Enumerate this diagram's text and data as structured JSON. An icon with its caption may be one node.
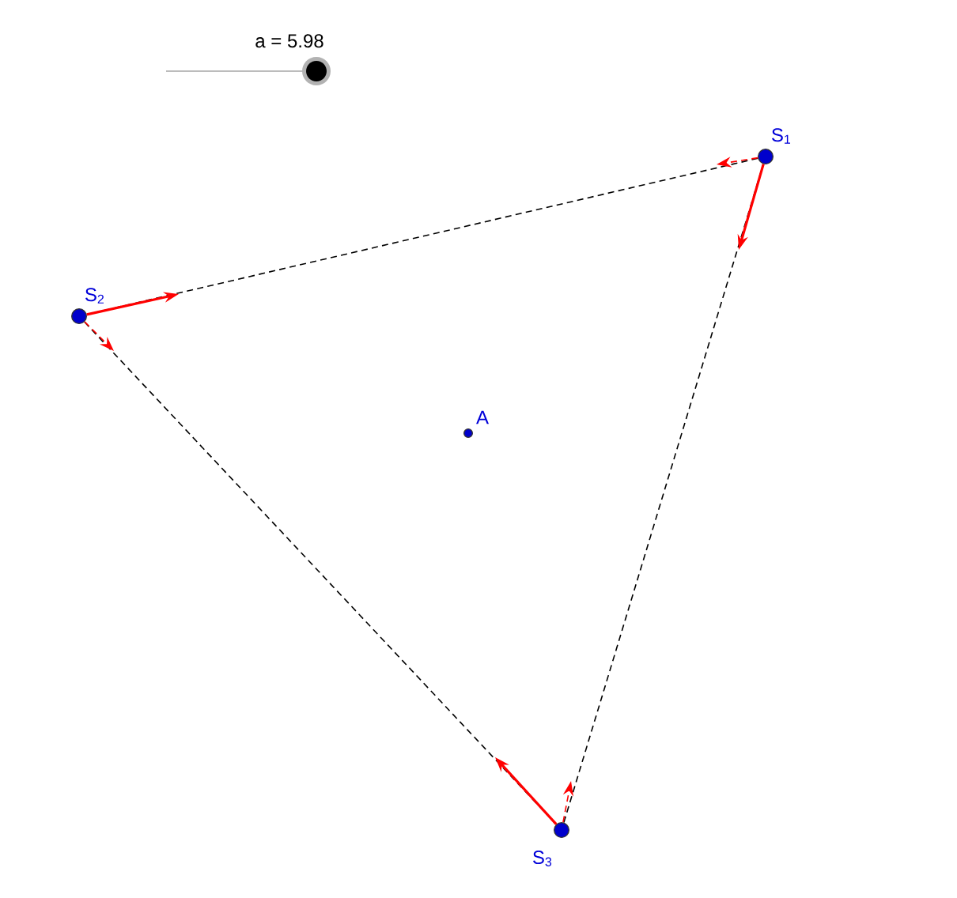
{
  "diagram": {
    "nodes": [
      {
        "text": [],
        "shape": "circle",
        "beside": [
          "S$_{1}$"
        ]
      },
      {
        "text": [],
        "shape": "circle",
        "beside": [
          "S$_{2}$"
        ]
      },
      {
        "text": [],
        "shape": "circle",
        "beside": [
          "S$_{3}$"
        ]
      },
      {
        "text": [],
        "shape": "circle",
        "beside": [
          "A"
        ]
      }
    ],
    "edges": [
      {
        "from": 0,
        "to": 1,
        "arrow": "none",
        "style": "dashed",
        "color": "#000000"
      },
      {
        "from": 1,
        "to": 2,
        "arrow": "none",
        "style": "dashed",
        "color": "#000000"
      },
      {
        "from": 2,
        "to": 0,
        "arrow": "none",
        "style": "dashed",
        "color": "#000000"
      },
      {
        "from": 0,
        "to": null,
        "arrow": "to",
        "color": "#ff0000"
      },
      {
        "from": 1,
        "to": null,
        "arrow": "to",
        "color": "#ff0000"
      },
      {
        "from": 2,
        "to": null,
        "arrow": "to",
        "color": "#ff0000"
      },
      {
        "from": 0,
        "to": null,
        "arrow": "to",
        "style": "dashed",
        "color": "#ff0000"
      },
      {
        "from": 1,
        "to": null,
        "arrow": "to",
        "style": "dashed",
        "color": "#ff0000"
      },
      {
        "from": 2,
        "to": null,
        "arrow": "to",
        "style": "dashed",
        "color": "#ff0000"
      }
    ],
    "labels": [
      "a = 5.98"
    ]
  }
}
